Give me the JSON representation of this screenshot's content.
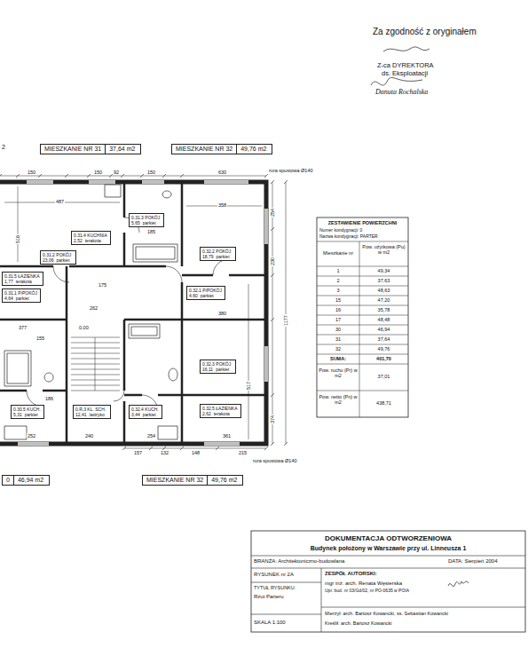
{
  "diagram": {
    "nodes": [
      {
        "text": [
          "MIESZKANIE NR 31",
          "37,64 m2"
        ]
      },
      {
        "text": [
          "MIESZKANIE NR 32",
          "49,76 m2"
        ]
      },
      {
        "text": [
          "0.31.4 KUCHNIA",
          "2,52",
          "terakota"
        ]
      },
      {
        "text": [
          "0.31.3 POKÓJ",
          "5,65",
          "parkiet"
        ]
      },
      {
        "text": [
          "0.31.2 POKÓJ",
          "23,06",
          "parkiet"
        ]
      },
      {
        "text": [
          "0.31.5 ŁAZIENKA",
          "1,77",
          "terakota"
        ]
      },
      {
        "text": [
          "0.31.1 P/POKÓJ",
          "4,64",
          "parkiet"
        ]
      },
      {
        "text": [
          "0.32.2 POKÓJ",
          "18,79",
          "parkiet"
        ]
      },
      {
        "text": [
          "0.32.1 P/POKÓJ",
          "4,60",
          "parkiet"
        ]
      },
      {
        "text": [
          "0.32.3 POKÓJ",
          "16,11",
          "parkiet"
        ]
      },
      {
        "text": [
          "0.32.5 ŁAZIENKA",
          "2,62",
          "terakota"
        ]
      },
      {
        "text": [
          "0.32.4 KUCH.",
          "3,44",
          "parkiet"
        ]
      },
      {
        "text": [
          "0.R.3 KL. SCH.",
          "12,41",
          "lastryko"
        ]
      },
      {
        "text": [
          "0.30.5 KUCH.",
          "5,31",
          "parkiet"
        ]
      },
      {
        "text": [
          "0",
          "46,94 m2"
        ]
      },
      {
        "text": [
          "MIESZKANIE NR 32",
          "49,76 m2"
        ]
      }
    ],
    "labels": [
      "Za zgodność z oryginałem",
      "Z-ca DYREKTORA",
      "ds. Eksploatacji",
      "Danuta Rochalska",
      "2",
      "rura spustowa Ø140",
      "rura spustowa Ø140",
      "150",
      "150",
      "92",
      "150",
      "630",
      "487",
      "358",
      "516",
      "254",
      "230",
      "1177",
      "517",
      "374",
      "185",
      "175",
      "262",
      "380",
      "377",
      "0,00",
      "155",
      "186",
      "252",
      "240",
      "254",
      "361",
      "157",
      "132",
      "148",
      "215",
      "ZESTAWIENIE POWIERZCHNI",
      "Numer kondygnacji: 0",
      "Nazwa kondygnacji: PARTER",
      "Mieszkanie nr",
      "Pow. użytkowa (Pu) w m2",
      "1",
      "49,34",
      "2",
      "37,63",
      "3",
      "48,63",
      "15",
      "47,20",
      "16",
      "35,78",
      "17",
      "48,48",
      "30",
      "46,94",
      "31",
      "37,64",
      "32",
      "49,76",
      "SUMA:",
      "401,70",
      "Pow. ruchu (Pr) w m2",
      "37,01",
      "Pow. netto (Pn) w m2",
      "438,71",
      "DOKUMENTACJA ODTWORZENIOWA",
      "Budynek położony w Warszawie przy ul. Linneusza 1",
      "BRANŻA: Architektoniczno-budowlana",
      "DATA: Sierpień 2004",
      "RYSUNEK nr 2A",
      "TYTUŁ RYSUNKU:",
      "Rzut Parteru",
      "SKALA 1:100",
      "ZESPÓŁ AUTORSKI:",
      "mgr inż. arch. Renata Węsierska",
      "Upr. bud. nr 03/Gd/02, nr PO-0635 w POIA",
      "Mierzył: arch. Bartosz Kowancki, ss. Sebastian Kowancki",
      "Kreślił: arch. Bartosz Kowancki"
    ]
  }
}
